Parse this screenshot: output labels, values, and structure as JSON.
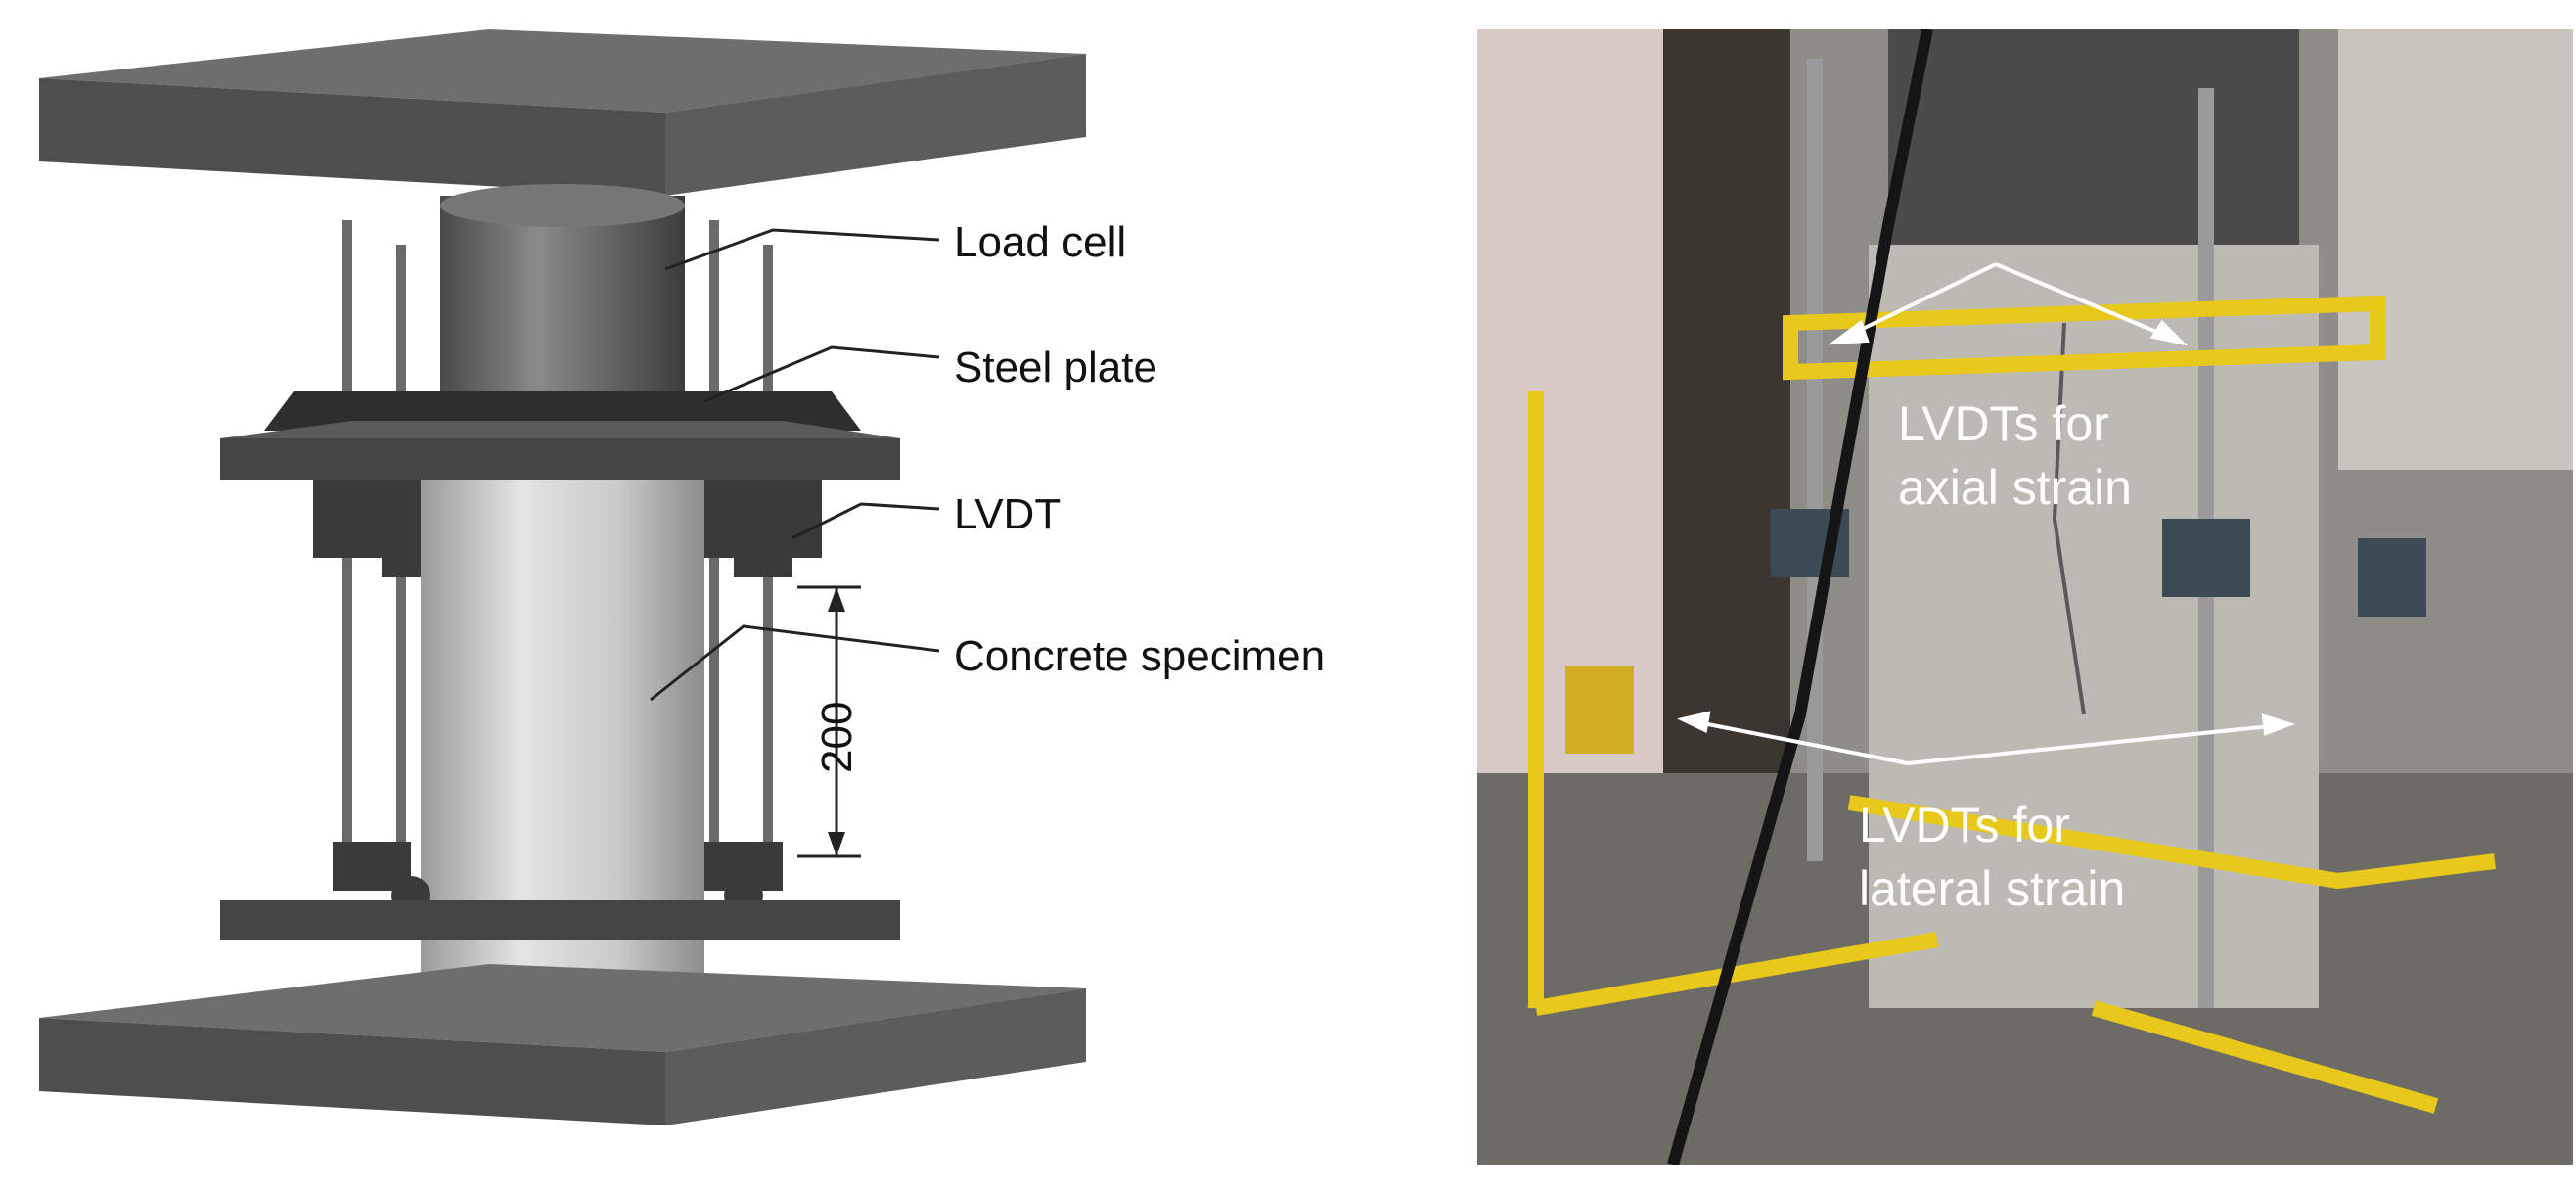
{
  "diagram": {
    "labels": {
      "load_cell": "Load cell",
      "steel_plate": "Steel plate",
      "lvdt": "LVDT",
      "concrete_specimen": "Concrete specimen",
      "dimension": "200"
    }
  },
  "photo": {
    "labels": {
      "axial_line1": "LVDTs for",
      "axial_line2": "axial strain",
      "lateral_line1": "LVDTs for",
      "lateral_line2": "lateral strain"
    }
  },
  "colors": {
    "platen": "#5a5a5a",
    "specimen": "#c8c8c8",
    "frame_yellow": "#e8c81a",
    "arrow_white": "#ffffff"
  }
}
